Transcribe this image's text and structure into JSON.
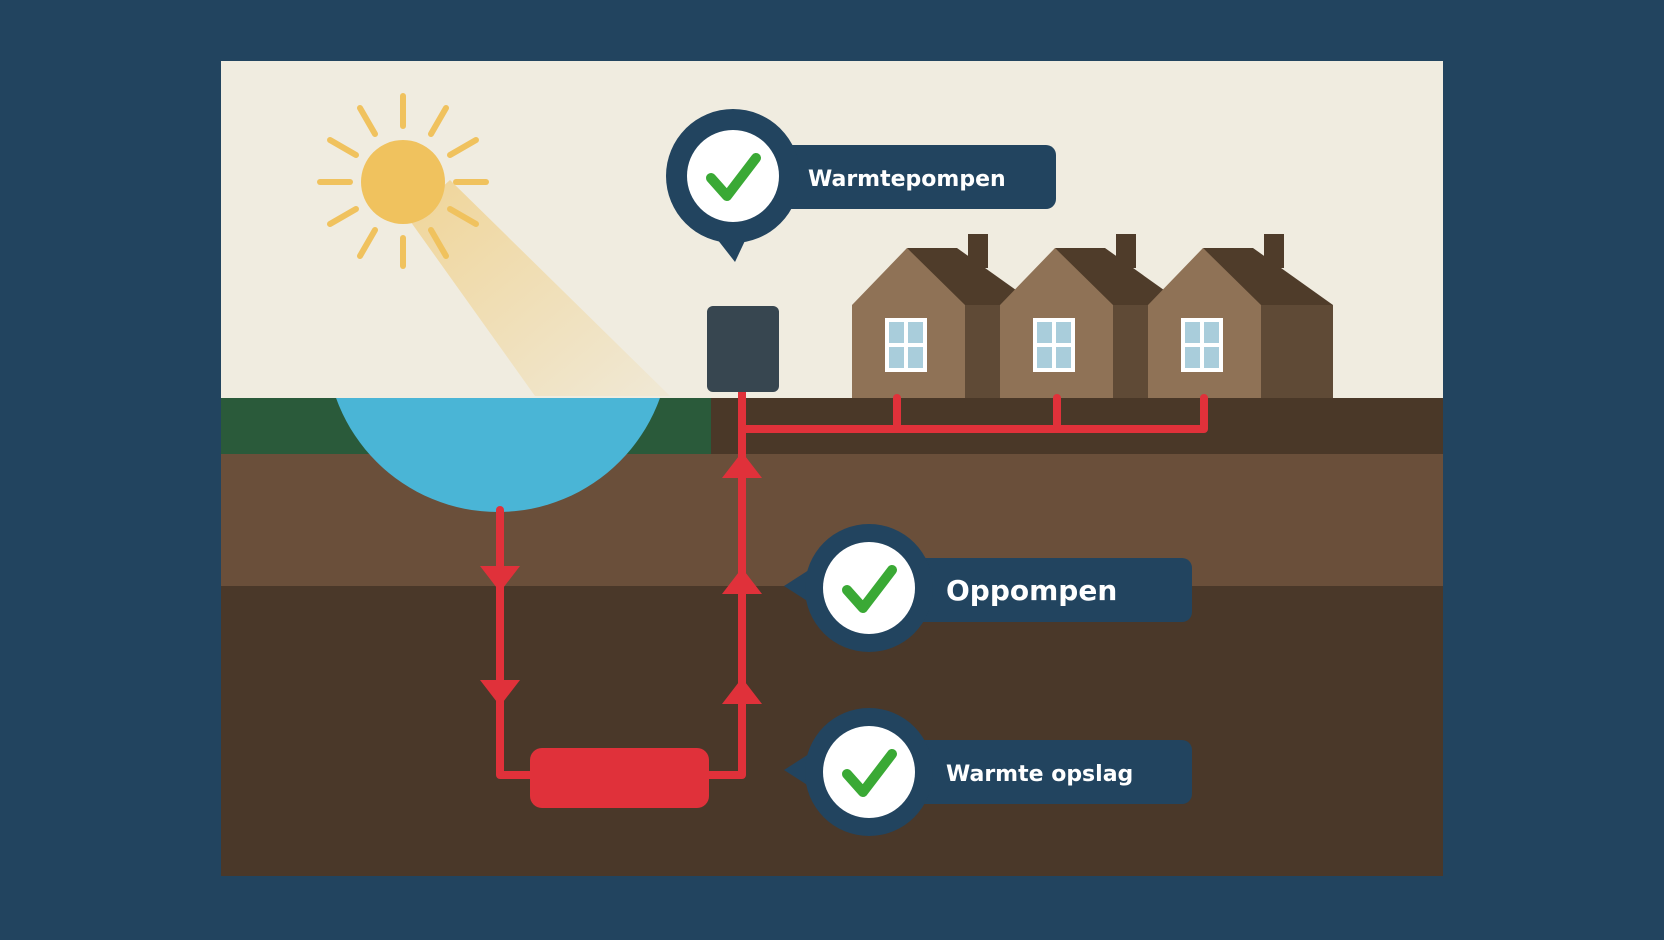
{
  "colors": {
    "frame": "#22445f",
    "sky": "#f0ece0",
    "grass": "#2a5a3a",
    "topsoil": "#4a3828",
    "midsoil": "#6a4f3a",
    "deepsoil": "#4a3829",
    "water": "#4ab5d6",
    "sun": "#f0c25e",
    "pipe": "#e0313a",
    "pump": "#374650",
    "house_front": "#8f7256",
    "house_side": "#5f4a36",
    "house_roof": "#4f3c2a",
    "window": "#a9cddb",
    "badge": "#22445f",
    "check": "#3aa935",
    "label_text": "#ffffff"
  },
  "icons": [
    "sun-icon",
    "check-icon",
    "house-icon",
    "heat-pump-icon",
    "storage-tank-icon",
    "arrow-icon"
  ],
  "callouts": {
    "heat_pumps": "Warmtepompen",
    "pumping": "Oppompen",
    "heat_storage": "Warmte opslag"
  }
}
